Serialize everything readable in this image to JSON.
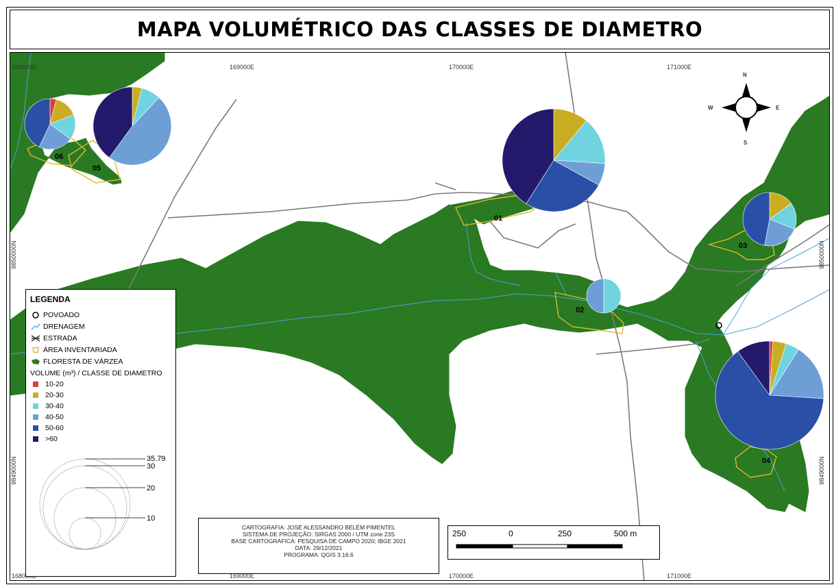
{
  "title": "MAPA VOLUMÉTRICO DAS CLASSES DE DIAMETRO",
  "coordinates": {
    "top": [
      "168000E",
      "169000E",
      "170000E",
      "171000E"
    ],
    "bottom": [
      "168000E",
      "169000E",
      "170000E",
      "171000E"
    ],
    "left": [
      "9850000N",
      "9849000N"
    ],
    "right": [
      "9850000N",
      "9849000N"
    ]
  },
  "area_labels": [
    "01",
    "02",
    "03",
    "04",
    "05",
    "06"
  ],
  "compass": {
    "n": "N",
    "s": "S",
    "e": "E",
    "w": "W"
  },
  "legend": {
    "title": "LEGENDA",
    "items": [
      {
        "label": "POVOADO",
        "icon": "village-circle-icon"
      },
      {
        "label": "DRENAGEM",
        "icon": "drainage-line-icon"
      },
      {
        "label": "ESTRADA",
        "icon": "road-icon"
      },
      {
        "label": "ÁREA INVENTARIADA",
        "icon": "inventory-area-icon"
      },
      {
        "label": "FLORESTA DE VÁRZEA",
        "icon": "forest-icon"
      }
    ],
    "classes_title": "VOLUME (m³) / CLASSE DE DIAMETRO",
    "classes": [
      {
        "label": "10-20",
        "color": "#d9403a"
      },
      {
        "label": "20-30",
        "color": "#c9ae23"
      },
      {
        "label": "30-40",
        "color": "#6fd3e0"
      },
      {
        "label": "40-50",
        "color": "#6d9fd6"
      },
      {
        "label": "50-60",
        "color": "#2a4fa6"
      },
      {
        "label": ">60",
        "color": "#231a6b"
      }
    ],
    "size_values": [
      "35.79",
      "30",
      "20",
      "10"
    ]
  },
  "credits": [
    "CARTOGRAFIA: JOSÉ ALESSANDRO BELÉM PIMENTEL",
    "SISTEMA DE PROJEÇÃO: SIRGAS 2000 / UTM zone 23S",
    "BASE CARTOGRÁFICA: PESQUISA DE CAMPO 2020; IBGE 2021",
    "DATA: 29/12/2021",
    "PROGRAMA: QGIS 3.16.6"
  ],
  "scale_bar": {
    "labels": [
      "250",
      "0",
      "250",
      "500 m"
    ]
  },
  "colors": {
    "forest": "#2a7a23",
    "drainage": "#4aa3d6",
    "road": "#7a7a7a",
    "inventory_area": "#e0b82a",
    "village": "#000000"
  },
  "pies": [
    {
      "area": "06",
      "values": [
        4,
        15,
        16,
        22,
        43,
        0
      ]
    },
    {
      "area": "05",
      "values": [
        0,
        4,
        8,
        48,
        0,
        40
      ]
    },
    {
      "area": "01",
      "values": [
        0,
        11,
        15,
        7,
        26,
        41
      ]
    },
    {
      "area": "03",
      "values": [
        0,
        15,
        16,
        22,
        47,
        0
      ]
    },
    {
      "area": "02",
      "values": [
        0,
        0,
        50,
        50,
        0,
        0
      ]
    },
    {
      "area": "04",
      "values": [
        1,
        4,
        4,
        17,
        64,
        10
      ]
    }
  ]
}
